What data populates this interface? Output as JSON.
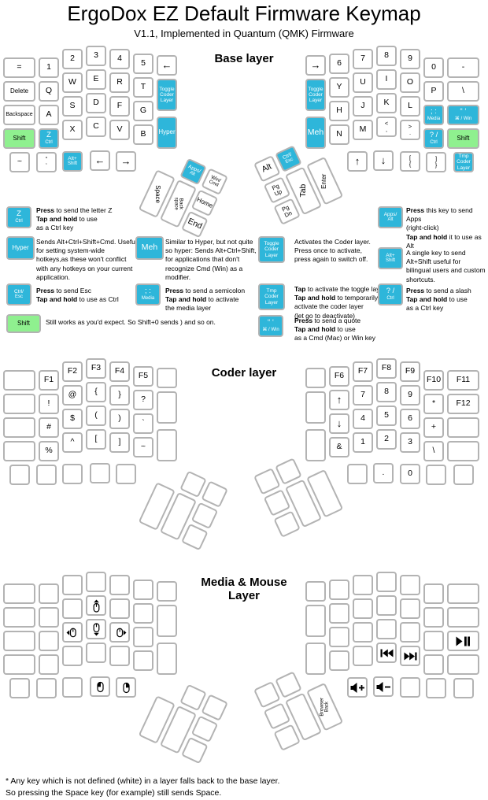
{
  "header": {
    "title": "ErgoDox EZ Default Firmware Keymap",
    "subtitle": "V1.1, Implemented in Quantum (QMK) Firmware"
  },
  "colors": {
    "key_blue": "#2eb6da",
    "key_green": "#8ff08f",
    "key_border": "#b3b3b3"
  },
  "layers": {
    "base": {
      "heading": "Base layer",
      "left": {
        "main": [
          [
            "=",
            "1",
            "2",
            "3",
            "4",
            "5",
            {
              "t": [
                "←"
              ],
              "a": 1
            }
          ],
          [
            "Delete",
            "Q",
            "W",
            "E",
            "R",
            "T",
            {
              "t": [
                "Toggle",
                "Coder",
                "Layer"
              ],
              "c": "b"
            }
          ],
          [
            "Backspace",
            "A",
            "S",
            "D",
            "F",
            "G"
          ],
          [
            {
              "t": [
                "Shift"
              ],
              "c": "g"
            },
            {
              "t": [
                "Z",
                "Ctrl"
              ],
              "c": "b"
            },
            "X",
            "C",
            "V",
            "B",
            {
              "t": [
                "Hyper"
              ],
              "c": "b"
            }
          ],
          [
            "~",
            {
              "t": [
                "“",
                "‘"
              ]
            },
            {
              "t": [
                "Alt+",
                "Shift"
              ],
              "c": "b"
            },
            {
              "t": [
                "←"
              ],
              "a": 1
            },
            {
              "t": [
                "→"
              ],
              "a": 1
            }
          ]
        ],
        "thumb": [
          {
            "t": [
              "Apps/",
              "Alt"
            ],
            "c": "b"
          },
          {
            "t": [
              "Win/",
              "Cmd"
            ]
          },
          {
            "t": [
              "Space"
            ]
          },
          {
            "t": [
              "Back",
              "space"
            ]
          },
          {
            "t": [
              "Home"
            ]
          },
          {
            "t": [
              "End"
            ]
          }
        ]
      },
      "right": {
        "main": [
          [
            {
              "t": [
                "→"
              ],
              "a": 1
            },
            "6",
            "7",
            "8",
            "9",
            "0",
            "-"
          ],
          [
            {
              "t": [
                "Toggle",
                "Coder",
                "Layer"
              ],
              "c": "b"
            },
            "Y",
            "U",
            "I",
            "O",
            "P",
            "\\"
          ],
          [
            "H",
            "J",
            "K",
            "L",
            {
              "t": [
                "; :",
                "Media"
              ],
              "c": "b"
            },
            {
              "t": [
                "“ ‘",
                "⌘ / Win"
              ],
              "c": "b"
            }
          ],
          [
            {
              "t": [
                "Meh"
              ],
              "c": "b"
            },
            "N",
            "M",
            {
              "t": [
                "<",
                ","
              ]
            },
            {
              "t": [
                ">",
                "."
              ]
            },
            {
              "t": [
                "? /",
                "Ctrl"
              ],
              "c": "b"
            },
            {
              "t": [
                "Shift"
              ],
              "c": "g"
            }
          ],
          [
            {
              "t": [
                "↑"
              ],
              "a": 1
            },
            {
              "t": [
                "↓"
              ],
              "a": 1
            },
            {
              "t": [
                "[",
                "{"
              ]
            },
            {
              "t": [
                "]",
                "}"
              ]
            },
            {
              "t": [
                "Tmp",
                "Coder",
                "Layer"
              ],
              "c": "b"
            }
          ]
        ],
        "thumb": [
          {
            "t": [
              "Alt"
            ]
          },
          {
            "t": [
              "Ctrl/",
              "Esc"
            ],
            "c": "b"
          },
          {
            "t": [
              "Pg",
              "Up"
            ]
          },
          {
            "t": [
              "Pg",
              "Dn"
            ]
          },
          {
            "t": [
              "Tab"
            ]
          },
          {
            "t": [
              "Enter"
            ]
          }
        ]
      }
    },
    "coder": {
      "heading": "Coder layer",
      "left": {
        "main": [
          [
            "",
            "F1",
            "F2",
            "F3",
            "F4",
            "F5",
            ""
          ],
          [
            "",
            "!",
            "@",
            "{",
            "}",
            "?",
            ""
          ],
          [
            "",
            "#",
            "$",
            "(",
            ")",
            "`"
          ],
          [
            "",
            "%",
            "^",
            "[",
            "]",
            "~",
            ""
          ],
          [
            "",
            "",
            "",
            "",
            ""
          ]
        ],
        "thumb": [
          "",
          "",
          "",
          "",
          "",
          ""
        ]
      },
      "right": {
        "main": [
          [
            "",
            "F6",
            "F7",
            "F8",
            "F9",
            "F10",
            "F11"
          ],
          [
            "",
            {
              "t": [
                "↑"
              ],
              "a": 1
            },
            "7",
            "8",
            "9",
            "*",
            "F12"
          ],
          [
            {
              "t": [
                "↓"
              ],
              "a": 1
            },
            "4",
            "5",
            "6",
            "+",
            ""
          ],
          [
            "",
            "&",
            "1",
            "2",
            "3",
            "\\",
            ""
          ],
          [
            "",
            ".",
            "0",
            "",
            ""
          ]
        ],
        "thumb": [
          "",
          "",
          "",
          "",
          "",
          ""
        ]
      }
    },
    "media": {
      "heading": "Media & Mouse Layer",
      "left": {
        "main": [
          [
            "",
            "",
            "",
            "",
            "",
            "",
            ""
          ],
          [
            "",
            "",
            "",
            {
              "icon": "mouse-up-icon"
            },
            "",
            "",
            ""
          ],
          [
            "",
            "",
            {
              "icon": "mouse-left-icon"
            },
            {
              "icon": "mouse-down-icon"
            },
            {
              "icon": "mouse-right-icon"
            },
            ""
          ],
          [
            "",
            "",
            "",
            "",
            "",
            "",
            ""
          ],
          [
            "",
            "",
            "",
            {
              "icon": "mouse-left-click-icon"
            },
            {
              "icon": "mouse-right-click-icon"
            }
          ]
        ],
        "thumb": [
          "",
          "",
          "",
          "",
          "",
          ""
        ]
      },
      "right": {
        "main": [
          [
            "",
            "",
            "",
            "",
            "",
            "",
            ""
          ],
          [
            "",
            "",
            "",
            "",
            "",
            "",
            ""
          ],
          [
            "",
            "",
            "",
            "",
            "",
            {
              "icon": "play-pause-icon"
            }
          ],
          [
            "",
            "",
            "",
            {
              "icon": "prev-track-icon"
            },
            {
              "icon": "next-track-icon"
            },
            "",
            ""
          ],
          [
            {
              "icon": "volume-up-icon"
            },
            {
              "icon": "volume-down-icon"
            },
            "",
            "",
            ""
          ]
        ],
        "thumb": [
          "",
          "",
          "",
          "",
          "",
          {
            "t": [
              "Browser",
              "Back"
            ]
          }
        ]
      }
    }
  },
  "annotations": [
    {
      "id": "z-ctrl",
      "key": {
        "t": [
          "Z",
          "Ctrl"
        ],
        "c": "b"
      },
      "lines": [
        [
          {
            "b": "Press"
          },
          {
            "t": " to send the letter Z"
          }
        ],
        [
          {
            "b": "Tap and hold"
          },
          {
            "t": " to use"
          }
        ],
        [
          {
            "t": "as a Ctrl key"
          }
        ]
      ]
    },
    {
      "id": "hyper",
      "key": {
        "t": [
          "Hyper"
        ],
        "c": "b"
      },
      "lines": [
        [
          {
            "t": "Sends Alt+Ctrl+Shift+Cmd. Useful for setting system-wide hotkeys,as these won't conflict with any hotkeys on your current application."
          }
        ]
      ]
    },
    {
      "id": "ctrl-esc",
      "key": {
        "t": [
          "Ctrl/",
          "Esc"
        ],
        "c": "b"
      },
      "lines": [
        [
          {
            "b": "Press"
          },
          {
            "t": " to send Esc"
          }
        ],
        [
          {
            "b": "Tap and hold"
          },
          {
            "t": " to use as Ctrl"
          }
        ]
      ]
    },
    {
      "id": "shift",
      "key": {
        "t": [
          "Shift"
        ],
        "c": "g"
      },
      "lines": [
        [
          {
            "t": "Still works as you'd expect. So Shift+0 sends ) and so on."
          }
        ]
      ]
    },
    {
      "id": "meh",
      "key": {
        "t": [
          "Meh"
        ],
        "c": "b"
      },
      "lines": [
        [
          {
            "t": "Similar to Hyper, but not quite so hyper: Sends Alt+Ctrl+Shift, for applications that don't recognize Cmd (Win) as a modifier."
          }
        ]
      ]
    },
    {
      "id": "semicolon-media",
      "key": {
        "t": [
          "; :",
          "Media"
        ],
        "c": "b"
      },
      "lines": [
        [
          {
            "b": "Press"
          },
          {
            "t": " to send a semicolon"
          }
        ],
        [
          {
            "b": "Tap and hold"
          },
          {
            "t": " to activate"
          }
        ],
        [
          {
            "t": "the media layer"
          }
        ]
      ]
    },
    {
      "id": "toggle-coder",
      "key": {
        "t": [
          "Toggle",
          "Coder",
          "Layer"
        ],
        "c": "b"
      },
      "lines": [
        [
          {
            "t": "Activates the Coder layer. Press once to activate, press again to switch off."
          }
        ]
      ]
    },
    {
      "id": "tmp-coder",
      "key": {
        "t": [
          "Tmp",
          "Coder",
          "Layer"
        ],
        "c": "b"
      },
      "lines": [
        [
          {
            "b": "Tap"
          },
          {
            "t": " to activate the toggle layer."
          }
        ],
        [
          {
            "b": "Tap and hold"
          },
          {
            "t": " to temporarily"
          }
        ],
        [
          {
            "t": "activate the coder layer"
          }
        ],
        [
          {
            "t": "(let go to deactivate)"
          }
        ]
      ]
    },
    {
      "id": "quote-win",
      "key": {
        "t": [
          "“ ‘",
          "⌘ / Win"
        ],
        "c": "b"
      },
      "lines": [
        [
          {
            "b": "Press"
          },
          {
            "t": " to send a quote"
          }
        ],
        [
          {
            "b": "Tap and hold"
          },
          {
            "t": " to use"
          }
        ],
        [
          {
            "t": "as a Cmd (Mac) or Win key"
          }
        ]
      ]
    },
    {
      "id": "apps-alt",
      "key": {
        "t": [
          "Apps/",
          "Alt"
        ],
        "c": "b"
      },
      "lines": [
        [
          {
            "b": "Press"
          },
          {
            "t": " this key to send Apps"
          }
        ],
        [
          {
            "t": "(right-click)"
          }
        ],
        [
          {
            "b": "Tap and hold"
          },
          {
            "t": " it to use as Alt"
          }
        ]
      ]
    },
    {
      "id": "alt-shift",
      "key": {
        "t": [
          "Alt+",
          "Shift"
        ],
        "c": "b"
      },
      "lines": [
        [
          {
            "t": "A single key to send Alt+Shift useful for bilingual users and custom shortcuts."
          }
        ]
      ]
    },
    {
      "id": "slash-ctrl",
      "key": {
        "t": [
          "? /",
          "Ctrl"
        ],
        "c": "b"
      },
      "lines": [
        [
          {
            "b": "Press"
          },
          {
            "t": " to send a slash"
          }
        ],
        [
          {
            "b": "Tap and hold"
          },
          {
            "t": " to use"
          }
        ],
        [
          {
            "t": "as a Ctrl key"
          }
        ]
      ]
    }
  ],
  "footnote": {
    "line1": "* Any key which is not defined (white) in a layer falls back to the base layer.",
    "line2": "So pressing the Space key (for example) still sends Space."
  }
}
